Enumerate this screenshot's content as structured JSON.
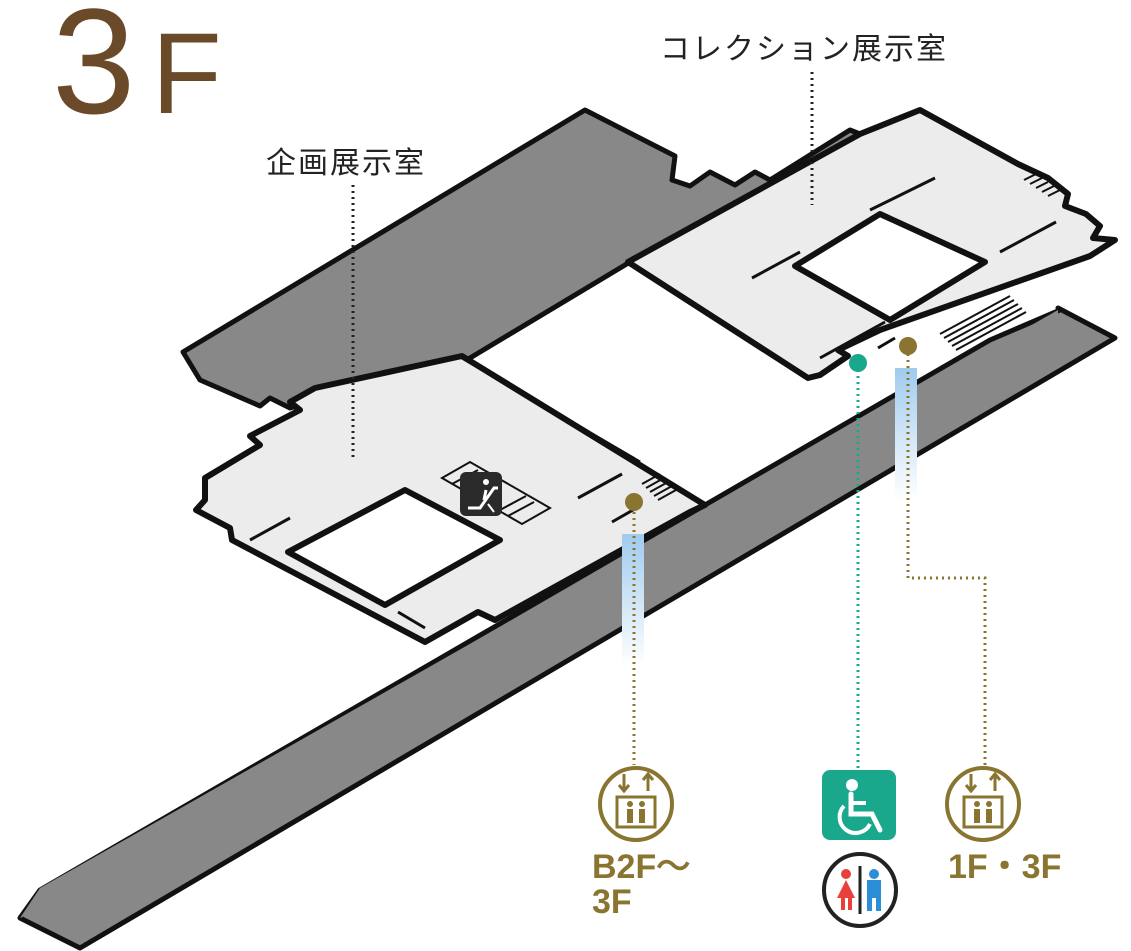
{
  "floor": {
    "number": "3",
    "suffix": "F"
  },
  "rooms": {
    "planning": "企画展示室",
    "collection": "コレクション展示室"
  },
  "elevators": {
    "left_range_line1": "B2F〜",
    "left_range_line2": "3F",
    "right_range": "1F・3F"
  },
  "icons": {
    "elevator": "elevator-icon",
    "accessible_restroom": "wheelchair-icon",
    "restroom": "restroom-icon",
    "escalator": "escalator-icon"
  },
  "colors": {
    "floor_number": "#6b4a2a",
    "elevator_gold": "#8a7530",
    "accessible_teal": "#1aa88c",
    "female_red": "#e8413c",
    "male_blue": "#2a8fd6",
    "dark_area": "#888888",
    "room_fill": "#ececec",
    "glass_blue": "#b6d9f2"
  }
}
